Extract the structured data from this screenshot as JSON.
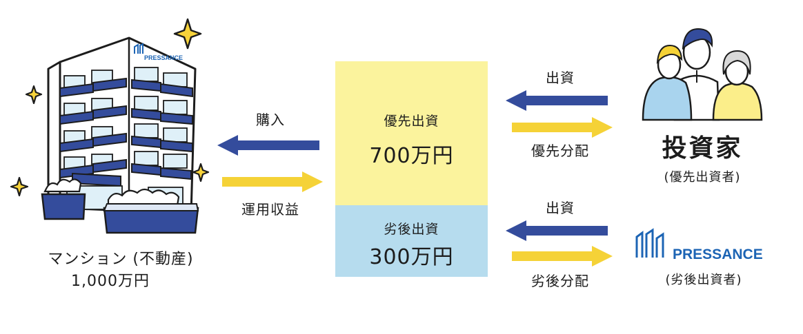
{
  "boxes": {
    "senior": {
      "label": "優先出資",
      "amount": "700万円",
      "color": "#fbf39d"
    },
    "junior": {
      "label": "劣後出資",
      "amount": "300万円",
      "color": "#b6dcee"
    }
  },
  "left_flow": {
    "top_label": "購入",
    "bottom_label": "運用収益"
  },
  "investor_flow": {
    "top_label": "出資",
    "bottom_label": "優先分配"
  },
  "company_flow": {
    "top_label": "出資",
    "bottom_label": "劣後分配"
  },
  "property": {
    "title": "マンション (不動産)",
    "price": "1,000万円",
    "building_logo": "PRESSANCE"
  },
  "investor": {
    "title": "投資家",
    "subtitle": "(優先出資者)"
  },
  "company": {
    "logo": "PRESSANCE",
    "subtitle": "(劣後出資者)"
  },
  "colors": {
    "arrow_blue": "#344c9c",
    "arrow_yellow": "#f5d237",
    "brand_blue": "#1c64b4"
  }
}
